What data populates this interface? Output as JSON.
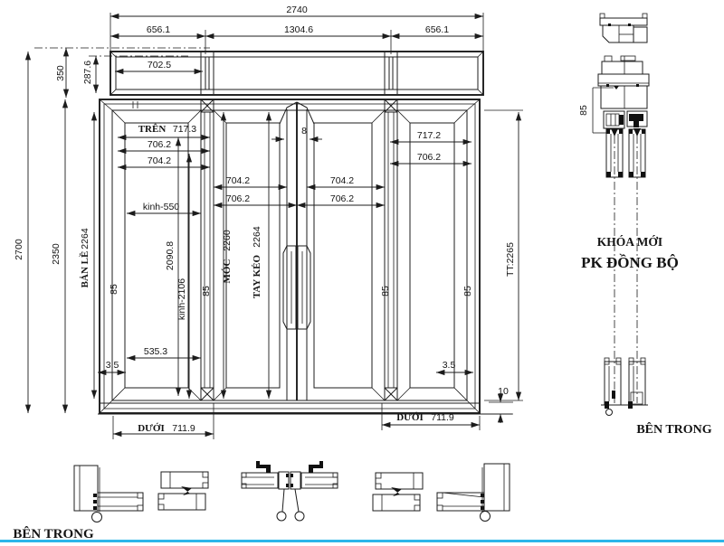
{
  "colors": {
    "line": "#1c1c1c",
    "accent": "#2bb6e9"
  },
  "top": {
    "w_total": "2740",
    "w_left": "656.1",
    "w_center": "1304.6",
    "w_right": "656.1",
    "w_glass_left": "702.5",
    "h_transom": "350",
    "h_glass": "287.6"
  },
  "left": {
    "h_total": "2700",
    "h_door": "2350",
    "hinge_label": "BẢN LỀ",
    "hinge_val": "2264"
  },
  "p1": {
    "top_label": "TRÊN",
    "top_w": "717.3",
    "d1": "706.2",
    "d2": "704.2",
    "glass_w": "kinh-550",
    "h": "2090.8",
    "glass_h": "kinh-2106",
    "bottom_w": "535.3",
    "gap": "3.5",
    "stile": "85"
  },
  "center": {
    "overlap": "8",
    "left_d1": "704.2",
    "left_d2": "706.2",
    "right_d1": "704.2",
    "right_d2": "706.2",
    "hook_label": "MÓC",
    "hook_val": "2260",
    "pull_label": "TAY KÉO",
    "pull_val": "2264"
  },
  "p4": {
    "top_w": "717.2",
    "d1": "706.2",
    "gap": "3.5",
    "stile": "85",
    "total": "TT:2265",
    "step": "10"
  },
  "bottom": {
    "left_label": "DƯỚI",
    "left_val": "711.9",
    "right_label": "DƯỚI",
    "right_val": "711.9"
  },
  "section": {
    "h": "85",
    "note1": "KHÓA MỚI",
    "note2": "PK ĐỒNG BỘ",
    "inside": "BÊN TRONG"
  },
  "footer": {
    "inside": "BÊN TRONG"
  }
}
